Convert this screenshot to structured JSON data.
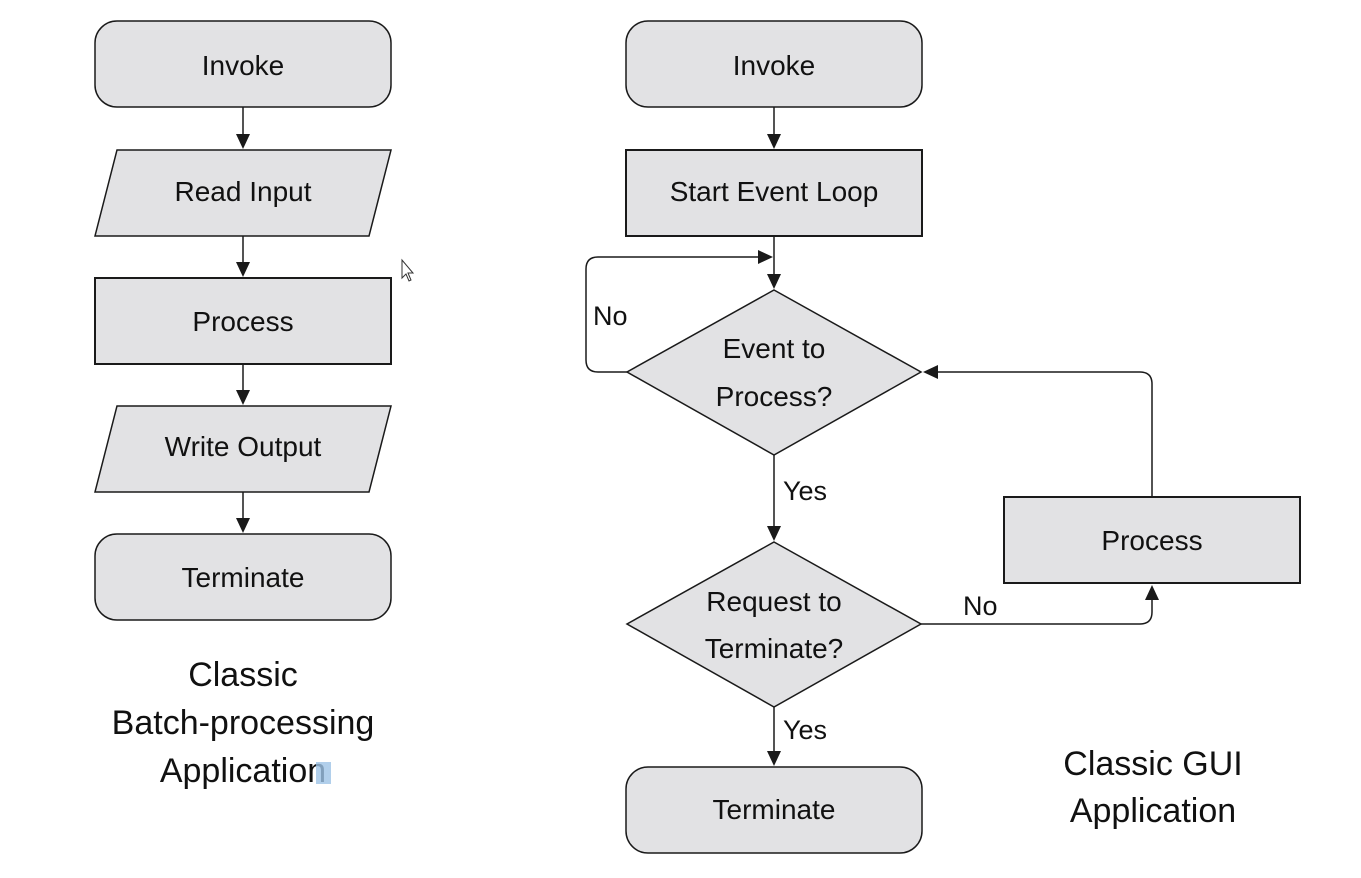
{
  "left": {
    "invoke": "Invoke",
    "read_input": "Read Input",
    "process": "Process",
    "write_output": "Write Output",
    "terminate": "Terminate",
    "caption": [
      "Classic",
      "Batch-processing",
      "Application"
    ]
  },
  "right": {
    "invoke": "Invoke",
    "start_event_loop": "Start Event Loop",
    "event_to_process": [
      "Event to",
      "Process?"
    ],
    "request_to_terminate": [
      "Request to",
      "Terminate?"
    ],
    "process": "Process",
    "terminate": "Terminate",
    "edge_no_event": "No",
    "edge_yes_event": "Yes",
    "edge_no_terminate": "No",
    "edge_yes_terminate": "Yes",
    "caption": [
      "Classic GUI",
      "Application"
    ]
  }
}
